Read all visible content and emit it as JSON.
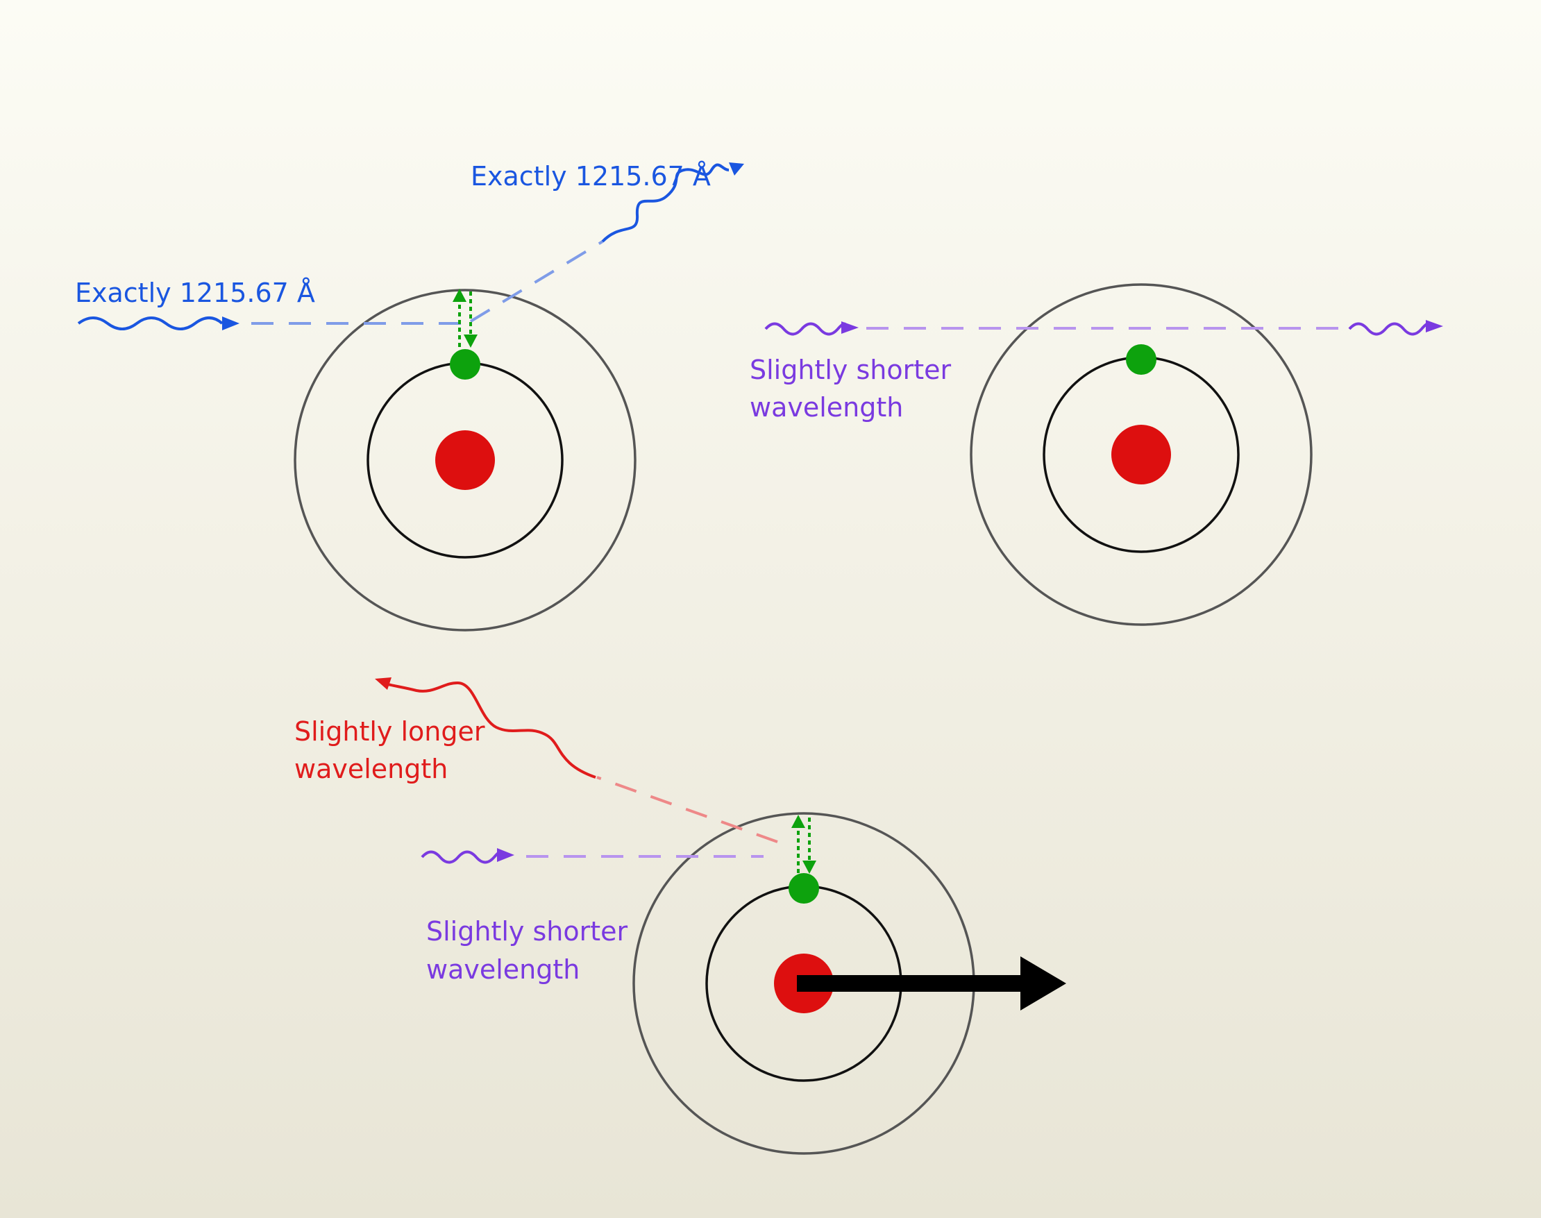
{
  "colors": {
    "blue": "#1a56e0",
    "blue_light": "#7f9ce8",
    "purple": "#7a3ae0",
    "purple_light": "#b894ee",
    "red": "#e01c1c",
    "red_light": "#ee8888",
    "green": "#0da20d",
    "nucleus": "#dd0f0f",
    "orbit_inner": "#111111",
    "orbit_outer": "#555555",
    "motion_arrow": "#000000"
  },
  "labels": {
    "atom1_incoming": "Exactly 1215.67 Å",
    "atom1_outgoing": "Exactly 1215.67 Å",
    "atom2_line1": "Slightly shorter",
    "atom2_line2": "wavelength",
    "atom3_incoming_line1": "Slightly shorter",
    "atom3_incoming_line2": "wavelength",
    "atom3_outgoing_line1": "Slightly longer",
    "atom3_outgoing_line2": "wavelength"
  },
  "icons": {
    "photon": "wavy-arrow",
    "transition": "double-dotted-arrow",
    "motion": "thick-arrow"
  }
}
